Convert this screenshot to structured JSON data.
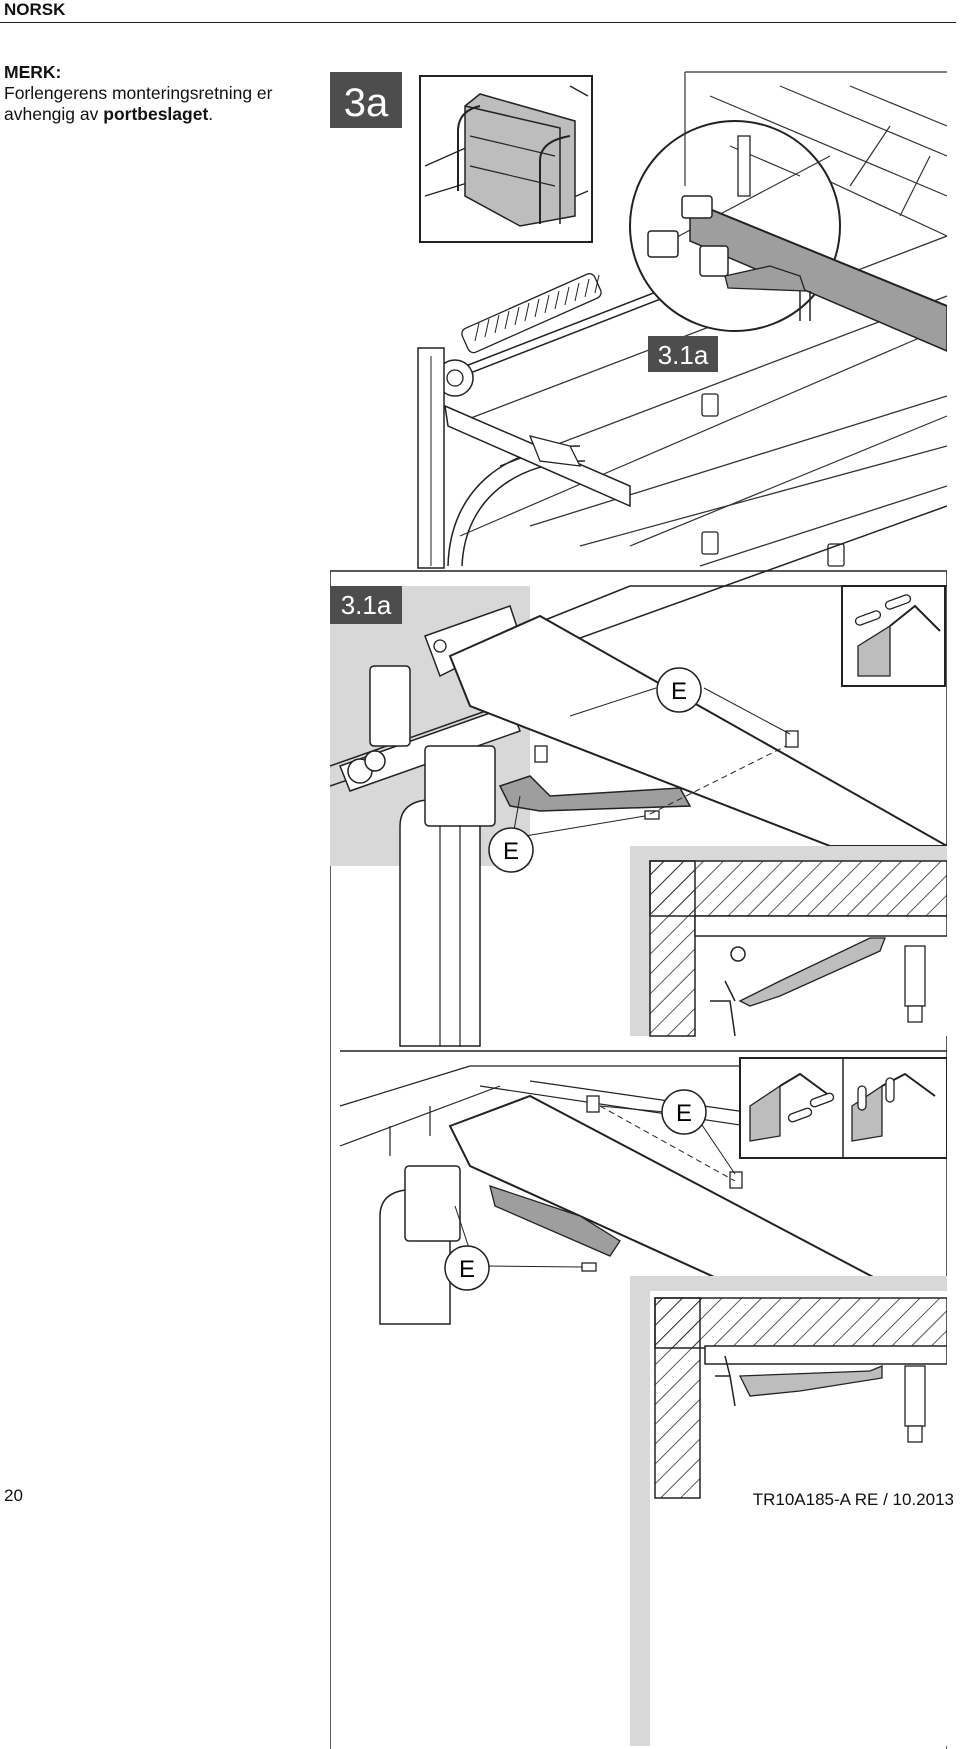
{
  "header": {
    "language": "NORSK"
  },
  "note": {
    "title": "MERK:",
    "line1": "Forlengerens monteringsretning er",
    "line2_prefix": "avhengig av ",
    "line2_bold": "portbeslaget",
    "line2_suffix": "."
  },
  "figure": {
    "main_label": "3a",
    "detail_callout": "3.1a",
    "detail_label": "3.1a",
    "part_label_e": "E"
  },
  "footer": {
    "page_number": "20",
    "document_id": "TR10A185-A  RE / 10.2013"
  }
}
